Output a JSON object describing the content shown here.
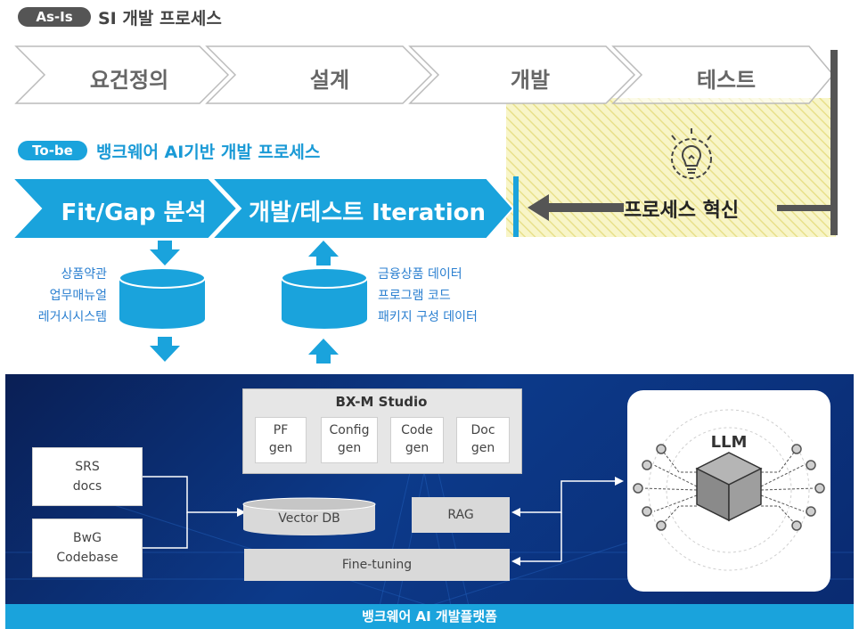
{
  "asis": {
    "badge": "As-Is",
    "title": "SI 개발 프로세스",
    "steps": [
      "요건정의",
      "설계",
      "개발",
      "테스트"
    ]
  },
  "tobe": {
    "badge": "To-be",
    "title": "뱅크웨어 AI기반 개발 프로세스",
    "steps": [
      "Fit/Gap 분석",
      "개발/테스트 Iteration"
    ]
  },
  "innovation": {
    "label": "프로세스 혁신"
  },
  "left_db": {
    "lines": [
      "상품약관",
      "업무매뉴얼",
      "레거시시스템"
    ]
  },
  "right_db": {
    "lines": [
      "금융상품 데이터",
      "프로그램 코드",
      "패키지 구성 데이터"
    ]
  },
  "platform": {
    "inputs": [
      {
        "line1": "SRS",
        "line2": "docs"
      },
      {
        "line1": "BwG",
        "line2": "Codebase"
      }
    ],
    "studio": {
      "title": "BX-M Studio",
      "modules": [
        {
          "line1": "PF",
          "line2": "gen"
        },
        {
          "line1": "Config",
          "line2": "gen"
        },
        {
          "line1": "Code",
          "line2": "gen"
        },
        {
          "line1": "Doc",
          "line2": "gen"
        }
      ]
    },
    "vector_db": "Vector DB",
    "rag": "RAG",
    "fine_tuning": "Fine-tuning",
    "llm": "LLM",
    "footer": "뱅크웨어 AI 개발플랫폼"
  },
  "colors": {
    "blue": "#1aa3dc",
    "dark_blue": "#0b2a6a",
    "gray_bar": "#555555",
    "yellow_hatch": "#f4f0a6"
  }
}
